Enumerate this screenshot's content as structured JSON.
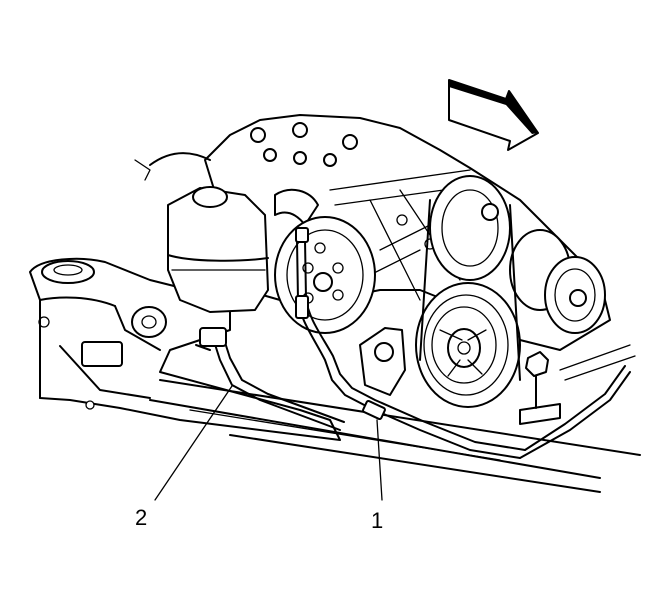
{
  "callouts": [
    {
      "id": "callout-1",
      "label": "1"
    },
    {
      "id": "callout-2",
      "label": "2"
    }
  ],
  "icons": {
    "direction_arrow": "front-direction-arrow-icon"
  },
  "colors": {
    "line": "#000000",
    "background": "#ffffff"
  }
}
